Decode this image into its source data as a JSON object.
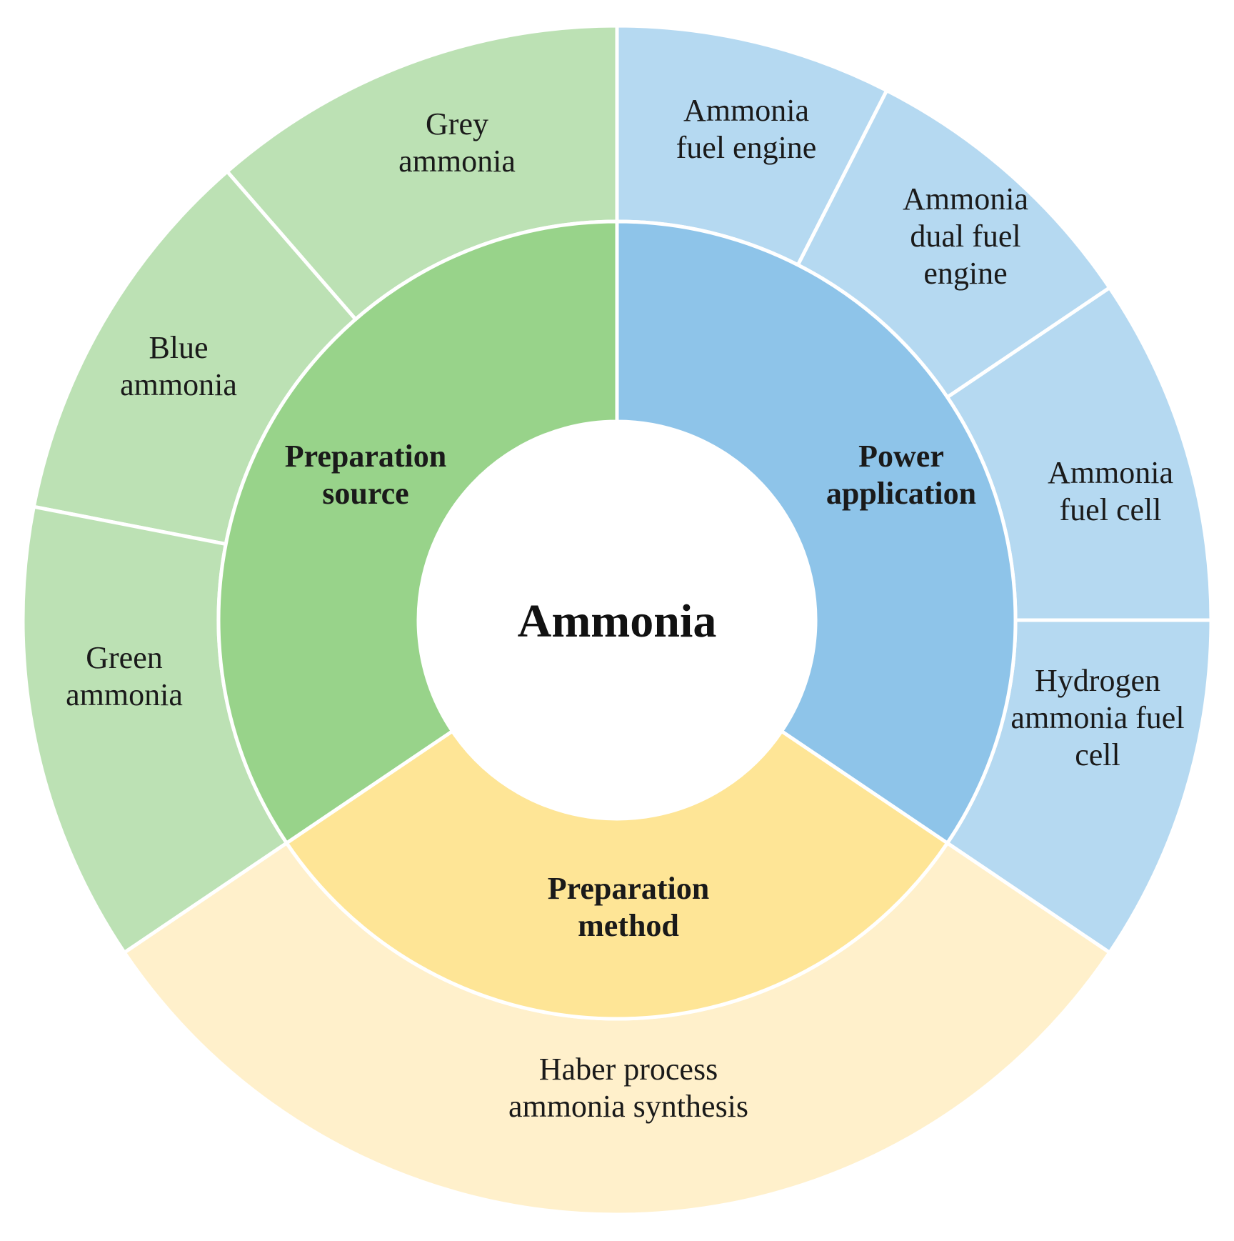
{
  "center": {
    "label": "Ammonia"
  },
  "colors": {
    "green_inner": "#98D38A",
    "green_outer": "#BCE1B4",
    "blue_inner": "#8EC4E9",
    "blue_outer": "#B5D9F1",
    "yellow_inner": "#FEE596",
    "yellow_outer": "#FFF0CB"
  },
  "inner_ring": [
    {
      "id": "preparation-source",
      "label": [
        "Preparation",
        "source"
      ],
      "color_key": "green_inner"
    },
    {
      "id": "power-application",
      "label": [
        "Power",
        "application"
      ],
      "color_key": "blue_inner"
    },
    {
      "id": "preparation-method",
      "label": [
        "Preparation",
        "method"
      ],
      "color_key": "yellow_inner"
    }
  ],
  "outer_ring": [
    {
      "id": "grey-ammonia",
      "parent": "preparation-source",
      "label": [
        "Grey",
        "ammonia"
      ],
      "color_key": "green_outer"
    },
    {
      "id": "blue-ammonia",
      "parent": "preparation-source",
      "label": [
        "Blue",
        "ammonia"
      ],
      "color_key": "green_outer"
    },
    {
      "id": "green-ammonia",
      "parent": "preparation-source",
      "label": [
        "Green",
        "ammonia"
      ],
      "color_key": "green_outer"
    },
    {
      "id": "ammonia-fuel-engine",
      "parent": "power-application",
      "label": [
        "Ammonia",
        "fuel engine"
      ],
      "color_key": "blue_outer"
    },
    {
      "id": "ammonia-dual-fuel-engine",
      "parent": "power-application",
      "label": [
        "Ammonia",
        "dual fuel",
        "engine"
      ],
      "color_key": "blue_outer"
    },
    {
      "id": "ammonia-fuel-cell",
      "parent": "power-application",
      "label": [
        "Ammonia",
        "fuel cell"
      ],
      "color_key": "blue_outer"
    },
    {
      "id": "hydrogen-ammonia-fuel-cell",
      "parent": "power-application",
      "label": [
        "Hydrogen",
        "ammonia fuel",
        "cell"
      ],
      "color_key": "blue_outer"
    },
    {
      "id": "haber-process",
      "parent": "preparation-method",
      "label": [
        "Haber process",
        "ammonia synthesis"
      ],
      "color_key": "yellow_outer"
    }
  ]
}
